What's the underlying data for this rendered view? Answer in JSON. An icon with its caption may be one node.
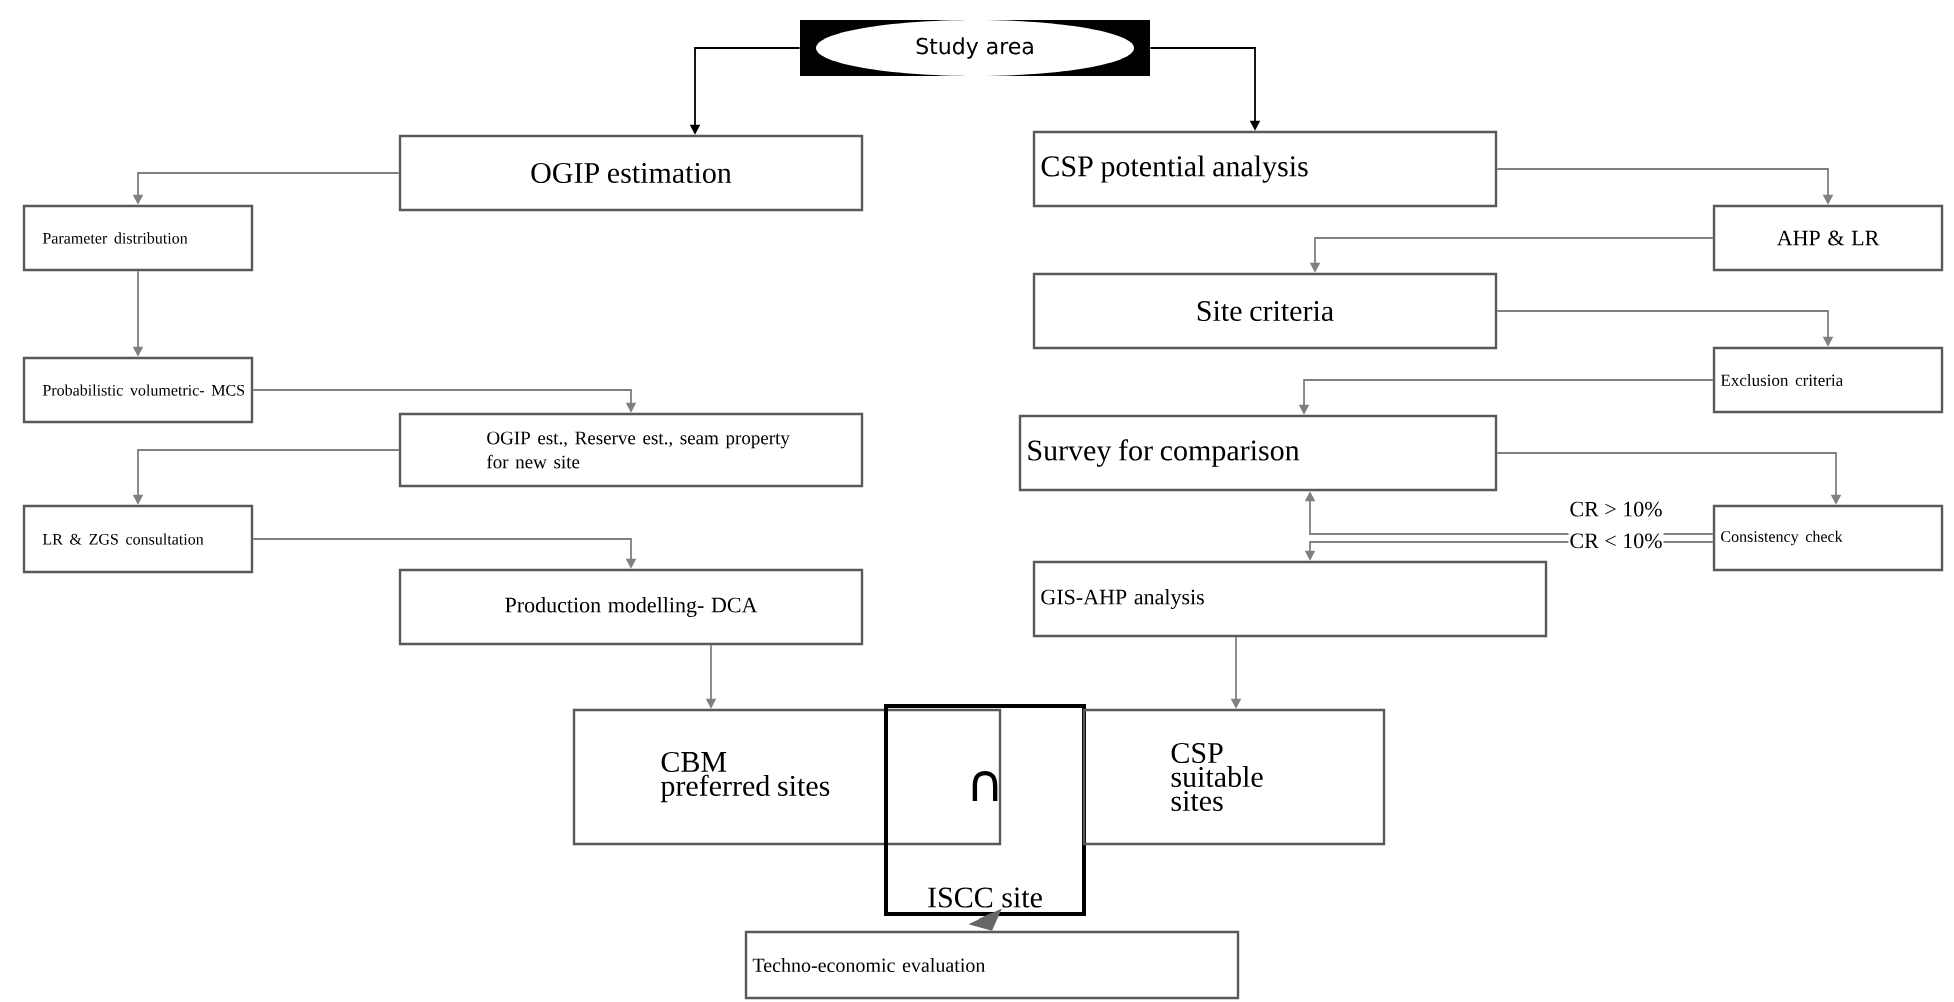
{
  "diagram": {
    "nodes": [
      {
        "text": [
          "Study area"
        ]
      },
      {
        "text": [
          "OGIP estimation"
        ]
      },
      {
        "text": [
          "Parameter distribution"
        ]
      },
      {
        "text": [
          "Probabilistic volumetric- MCS"
        ]
      },
      {
        "text": [
          "OGIP est., Reserve est., seam property for new site"
        ]
      },
      {
        "text": [
          "LR & ZGS consultation"
        ]
      },
      {
        "text": [
          "Production modelling- DCA"
        ]
      },
      {
        "text": [
          "CSP potential analysis"
        ]
      },
      {
        "text": [
          "AHP & LR"
        ]
      },
      {
        "text": [
          "Site criteria"
        ]
      },
      {
        "text": [
          "Exclusion criteria"
        ]
      },
      {
        "text": [
          "Survey for comparison"
        ]
      },
      {
        "text": [
          "Consistency check"
        ]
      },
      {
        "text": [
          "GIS-AHP analysis"
        ]
      },
      {
        "text": [
          "CBM preferred sites"
        ]
      },
      {
        "text": [
          "∩",
          "ISCC site"
        ]
      },
      {
        "text": [
          "CSP suitable sites"
        ]
      },
      {
        "text": [
          "Techno-economic evaluation"
        ]
      }
    ],
    "edges": [
      {
        "from": 0,
        "to": 1,
        "arrow": "to",
        "color": "#000000"
      },
      {
        "from": 0,
        "to": 7,
        "arrow": "to",
        "color": "#000000"
      },
      {
        "from": 1,
        "to": 2,
        "arrow": "to"
      },
      {
        "from": 2,
        "to": 3,
        "arrow": "to"
      },
      {
        "from": 3,
        "to": 4,
        "arrow": "to"
      },
      {
        "from": 4,
        "to": 5,
        "arrow": "to"
      },
      {
        "from": 5,
        "to": 6,
        "arrow": "to"
      },
      {
        "from": 6,
        "to": 14,
        "arrow": "to"
      },
      {
        "from": 7,
        "to": 8,
        "arrow": "to"
      },
      {
        "from": 8,
        "to": 9,
        "arrow": "to"
      },
      {
        "from": 9,
        "to": 10,
        "arrow": "to"
      },
      {
        "from": 10,
        "to": 11,
        "arrow": "to"
      },
      {
        "from": 11,
        "to": 12,
        "arrow": "to"
      },
      {
        "from": 12,
        "to": 11,
        "arrow": "to",
        "label": "CR > 10%"
      },
      {
        "from": 12,
        "to": 13,
        "arrow": "to",
        "label": "CR < 10%"
      },
      {
        "from": 13,
        "to": 16,
        "arrow": "to"
      },
      {
        "from": 15,
        "to": 17,
        "arrow": "to",
        "style": "thick",
        "color": "#666666"
      }
    ]
  }
}
